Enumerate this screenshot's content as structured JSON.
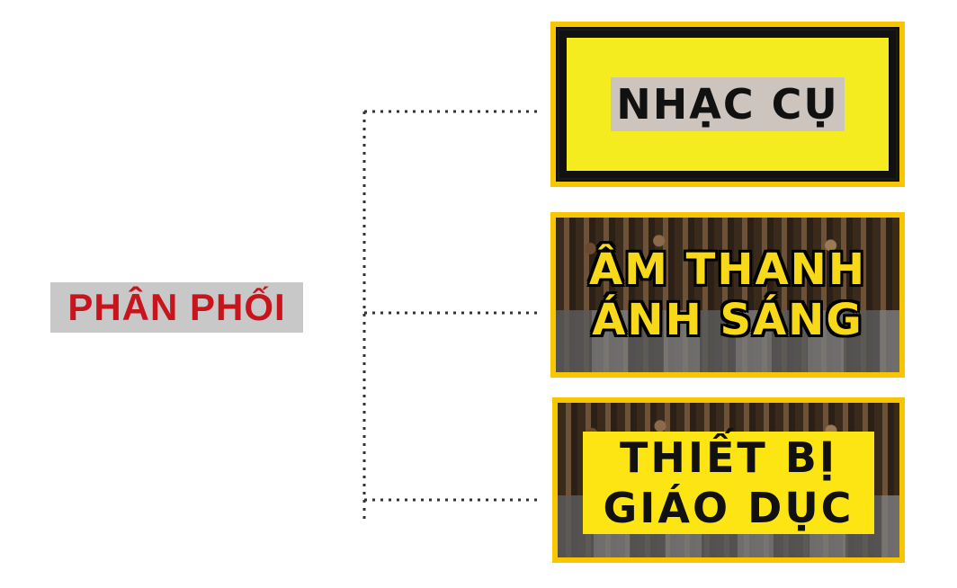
{
  "root": {
    "label": "PHÂN PHỐI"
  },
  "branches": [
    {
      "id": "nhac-cu",
      "lines": [
        "NHẠC CỤ"
      ]
    },
    {
      "id": "am-thanh-anh-sang",
      "lines": [
        "ÂM THANH",
        "ÁNH SÁNG"
      ]
    },
    {
      "id": "thiet-bi-giao-duc",
      "lines": [
        "THIẾT BỊ",
        "GIÁO DỤC"
      ]
    }
  ],
  "colors": {
    "root_text": "#c8141c",
    "root_bg": "#c8c8c8",
    "box_border": "#f7c600",
    "box1_bg": "#f4ec1e",
    "box2_text": "#f7d91a",
    "box3_plate": "#fde514",
    "connector": "#333333"
  }
}
